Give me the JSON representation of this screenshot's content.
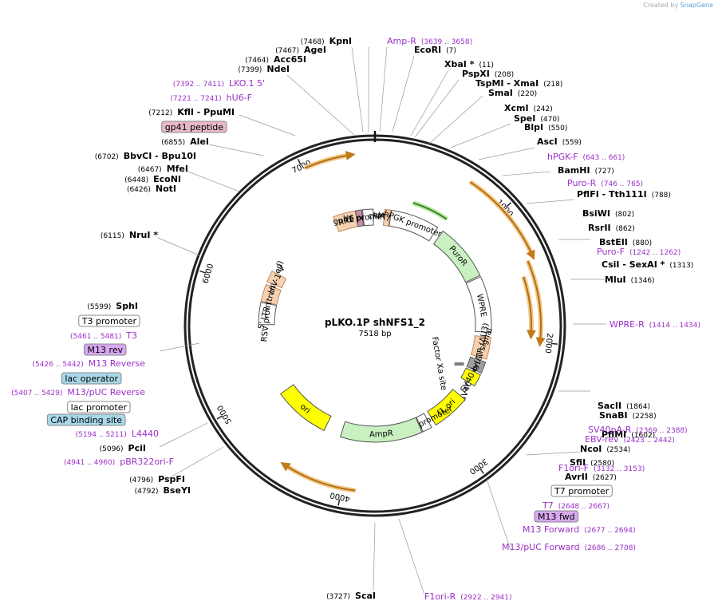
{
  "credit": {
    "prefix": "Created by",
    "brand": "SnapGene"
  },
  "plasmid": {
    "name": "pLKO.1P shNFS1_2",
    "size": "7518 bp"
  },
  "ring_ticks": [
    {
      "label": "1000",
      "pos": 1000
    },
    {
      "label": "2000",
      "pos": 2000
    },
    {
      "label": "3000",
      "pos": 3000
    },
    {
      "label": "4000",
      "pos": 4000
    },
    {
      "label": "5000",
      "pos": 5000
    },
    {
      "label": "6000",
      "pos": 6000
    },
    {
      "label": "7000",
      "pos": 7000
    }
  ],
  "features": [
    {
      "name": "RRE",
      "type": "misc",
      "start": 7080,
      "end": 7314,
      "color": "#f6d2b2",
      "stroke": "#c08a5a"
    },
    {
      "name": "gp41 peptide",
      "type": "tag",
      "start": 7316,
      "end": 7380,
      "color": "#c890a8"
    },
    {
      "name": "U6 promoter",
      "type": "promoter",
      "start": 7390,
      "end": 7500,
      "color": "#ffffff"
    },
    {
      "name": "cPPT/CTS",
      "type": "misc",
      "start": 100,
      "end": 160,
      "color": "#f6d2b2",
      "stroke": "#c08a5a"
    },
    {
      "name": "hPGK promoter",
      "type": "promoter",
      "start": 170,
      "end": 680,
      "color": "#ffffff"
    },
    {
      "name": "PuroR",
      "type": "cds",
      "start": 746,
      "end": 1345,
      "color": "#c8f0c0"
    },
    {
      "name": "WPRE",
      "type": "misc",
      "start": 1360,
      "end": 1950,
      "color": "#ffffff"
    },
    {
      "name": "3' LTR (ΔU3)",
      "type": "misc",
      "start": 2000,
      "end": 2230,
      "color": "#f6d2b2",
      "stroke": "#c08a5a"
    },
    {
      "name": "SV40 poly(A) signal",
      "type": "misc",
      "start": 2260,
      "end": 2380,
      "color": "#a0a0a0"
    },
    {
      "name": "SV40 ori",
      "type": "rep",
      "start": 2400,
      "end": 2530,
      "color": "#ffff00"
    },
    {
      "name": "f1 ori",
      "type": "rep",
      "start": 2700,
      "end": 3100,
      "color": "#ffff00"
    },
    {
      "name": "AmpR promoter",
      "type": "promoter",
      "start": 3150,
      "end": 3250,
      "color": "#ffffff"
    },
    {
      "name": "AmpR",
      "type": "cds",
      "start": 3260,
      "end": 4120,
      "color": "#c8f0c0"
    },
    {
      "name": "ori",
      "type": "rep",
      "start": 4300,
      "end": 4890,
      "color": "#ffff00"
    },
    {
      "name": "RSV promoter",
      "type": "promoter",
      "start": 5650,
      "end": 5880,
      "color": "#ffffff"
    },
    {
      "name": "5' LTR (truncated)",
      "type": "misc",
      "start": 5890,
      "end": 6070,
      "color": "#f6d2b2",
      "stroke": "#c08a5a"
    },
    {
      "name": "HIV-1 Ψ",
      "type": "misc",
      "start": 6100,
      "end": 6220,
      "color": "#f6d2b2",
      "stroke": "#c08a5a"
    },
    {
      "name": "Factor Xa site",
      "type": "misc",
      "start": 2380,
      "end": 2400,
      "color": "#808080"
    }
  ],
  "labels": [
    {
      "name": "KpnI",
      "num": "(7468)",
      "style": "enzyme"
    },
    {
      "name": "AgeI",
      "num": "(7467)",
      "style": "enzyme"
    },
    {
      "name": "Acc65I",
      "num": "(7464)",
      "style": "enzyme"
    },
    {
      "name": "NdeI",
      "num": "(7399)",
      "style": "enzyme"
    },
    {
      "name": "LKO.1 5'",
      "num": "(7392 .. 7411)",
      "style": "primer"
    },
    {
      "name": "hU6-F",
      "num": "(7221 .. 7241)",
      "style": "primer"
    },
    {
      "name": "KflI - PpuMI",
      "num": "(7212)",
      "style": "enzyme"
    },
    {
      "name": "gp41 peptide",
      "num": "",
      "style": "boxed-pink"
    },
    {
      "name": "AleI",
      "num": "(6855)",
      "style": "enzyme"
    },
    {
      "name": "BbvCI - Bpu10I",
      "num": "(6702)",
      "style": "enzyme"
    },
    {
      "name": "MfeI",
      "num": "(6467)",
      "style": "enzyme"
    },
    {
      "name": "EcoNI",
      "num": "(6448)",
      "style": "enzyme"
    },
    {
      "name": "NotI",
      "num": "(6426)",
      "style": "enzyme"
    },
    {
      "name": "NruI *",
      "num": "(6115)",
      "style": "enzyme"
    },
    {
      "name": "SphI",
      "num": "(5599)",
      "style": "enzyme"
    },
    {
      "name": "T3 promoter",
      "num": "",
      "style": "boxed-white"
    },
    {
      "name": "T3",
      "num": "(5461 .. 5481)",
      "style": "primer"
    },
    {
      "name": "M13 rev",
      "num": "",
      "style": "boxed-purple"
    },
    {
      "name": "M13 Reverse",
      "num": "(5426 .. 5442)",
      "style": "primer"
    },
    {
      "name": "lac operator",
      "num": "",
      "style": "boxed-teal"
    },
    {
      "name": "M13/pUC Reverse",
      "num": "(5407 .. 5429)",
      "style": "primer"
    },
    {
      "name": "lac promoter",
      "num": "",
      "style": "boxed-white"
    },
    {
      "name": "CAP binding site",
      "num": "",
      "style": "boxed-teal"
    },
    {
      "name": "L4440",
      "num": "(5194 .. 5211)",
      "style": "primer"
    },
    {
      "name": "PciI",
      "num": "(5096)",
      "style": "enzyme"
    },
    {
      "name": "pBR322ori-F",
      "num": "(4941 .. 4960)",
      "style": "primer"
    },
    {
      "name": "PspFI",
      "num": "(4796)",
      "style": "enzyme"
    },
    {
      "name": "BseYI",
      "num": "(4792)",
      "style": "enzyme"
    },
    {
      "name": "ScaI",
      "num": "(3727)",
      "style": "enzyme"
    },
    {
      "name": "Amp-R",
      "num": "(3639 .. 3658)",
      "style": "primer"
    },
    {
      "name": "EcoRI",
      "num": "(7)",
      "style": "enzyme"
    },
    {
      "name": "XbaI *",
      "num": "(11)",
      "style": "enzyme"
    },
    {
      "name": "PspXI",
      "num": "(208)",
      "style": "enzyme"
    },
    {
      "name": "TspMI - XmaI",
      "num": "(218)",
      "style": "enzyme"
    },
    {
      "name": "SmaI",
      "num": "(220)",
      "style": "enzyme"
    },
    {
      "name": "XcmI",
      "num": "(242)",
      "style": "enzyme"
    },
    {
      "name": "SpeI",
      "num": "(470)",
      "style": "enzyme"
    },
    {
      "name": "BlpI",
      "num": "(550)",
      "style": "enzyme"
    },
    {
      "name": "AscI",
      "num": "(559)",
      "style": "enzyme"
    },
    {
      "name": "hPGK-F",
      "num": "(643 .. 661)",
      "style": "primer"
    },
    {
      "name": "BamHI",
      "num": "(727)",
      "style": "enzyme"
    },
    {
      "name": "Puro-R",
      "num": "(746 .. 765)",
      "style": "primer"
    },
    {
      "name": "PflFI - Tth111I",
      "num": "(788)",
      "style": "enzyme"
    },
    {
      "name": "BsiWI",
      "num": "(802)",
      "style": "enzyme"
    },
    {
      "name": "RsrII",
      "num": "(862)",
      "style": "enzyme"
    },
    {
      "name": "BstEII",
      "num": "(880)",
      "style": "enzyme"
    },
    {
      "name": "Puro-F",
      "num": "(1242 .. 1262)",
      "style": "primer"
    },
    {
      "name": "CsiI - SexAI *",
      "num": "(1313)",
      "style": "enzyme"
    },
    {
      "name": "MluI",
      "num": "(1346)",
      "style": "enzyme"
    },
    {
      "name": "WPRE-R",
      "num": "(1414 .. 1434)",
      "style": "primer"
    },
    {
      "name": "PflMI",
      "num": "(1602)",
      "style": "enzyme"
    },
    {
      "name": "SacII",
      "num": "(1864)",
      "style": "enzyme"
    },
    {
      "name": "SnaBI",
      "num": "(2258)",
      "style": "enzyme"
    },
    {
      "name": "SV40pA-R",
      "num": "(2369 .. 2388)",
      "style": "primer"
    },
    {
      "name": "EBV-rev",
      "num": "(2423 .. 2442)",
      "style": "primer"
    },
    {
      "name": "NcoI",
      "num": "(2534)",
      "style": "enzyme"
    },
    {
      "name": "SfiI",
      "num": "(2580)",
      "style": "enzyme"
    },
    {
      "name": "AvrII",
      "num": "(2627)",
      "style": "enzyme"
    },
    {
      "name": "T7 promoter",
      "num": "",
      "style": "boxed-white"
    },
    {
      "name": "T7",
      "num": "(2648 .. 2667)",
      "style": "primer"
    },
    {
      "name": "M13 fwd",
      "num": "",
      "style": "boxed-purple"
    },
    {
      "name": "M13 Forward",
      "num": "(2677 .. 2694)",
      "style": "primer"
    },
    {
      "name": "M13/pUC Forward",
      "num": "(2686 .. 2708)",
      "style": "primer"
    },
    {
      "name": "F1ori-R",
      "num": "(2922 .. 2941)",
      "style": "primer"
    },
    {
      "name": "F1ori-F",
      "num": "(3132 .. 3153)",
      "style": "primer"
    }
  ],
  "colors": {
    "enzyme": "#000000",
    "primer": "#9b30c8",
    "backbone": "#222222",
    "primer_arc": "#e8a33c"
  }
}
